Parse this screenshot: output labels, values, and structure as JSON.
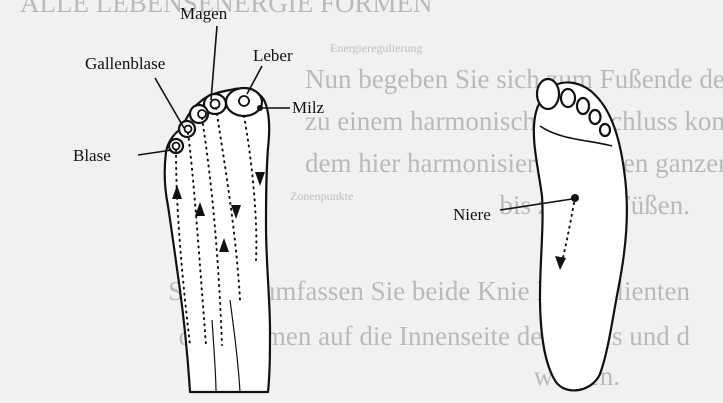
{
  "labels": {
    "magen": "Magen",
    "gallenblase": "Gallenblase",
    "leber": "Leber",
    "milz": "Milz",
    "blase": "Blase",
    "niere": "Niere"
  },
  "background_text": {
    "top": "ALLE LEBENSENERGIE FORMEN",
    "lines": [
      "Nun begeben Sie sich zum Fußende der Massage",
      "zu einem harmonischen Abschluss kommt, behand",
      "dem hier harmonisieren Sie den ganzen Kreislau",
      "bis zu den Füßen.",
      "Stehend umfassen Sie beide Knie Ihres Klienten",
      "der Daumen auf die Innenseite des Knies und d",
      "werden."
    ],
    "faint_captions": [
      "Energieregulierung",
      "Zonenpunkte"
    ]
  }
}
